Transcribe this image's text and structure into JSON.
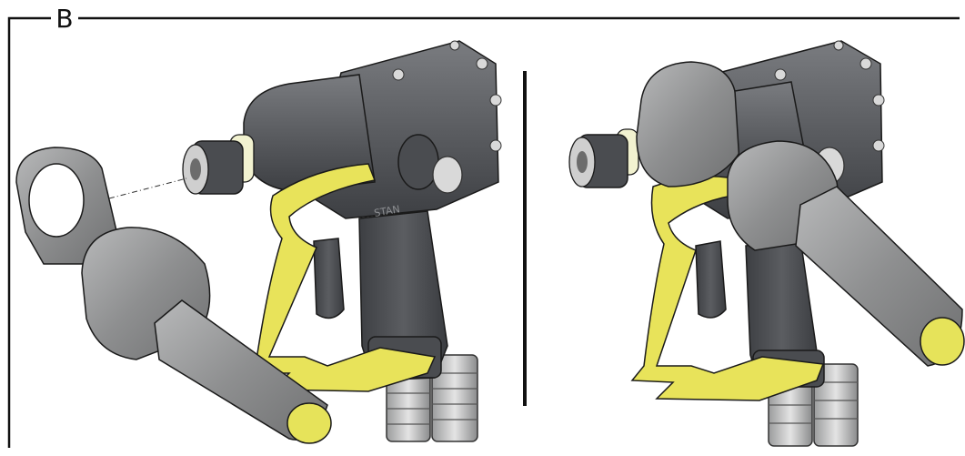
{
  "figure": {
    "panel_label": "B",
    "left_panel": {
      "description_icon": "impact-wrench-with-detached-handle",
      "tool_brand_mark": "STAN"
    },
    "right_panel": {
      "description_icon": "impact-wrench-with-attached-handle"
    },
    "colors": {
      "body": "#5b5d61",
      "body_dark": "#3d3f43",
      "handle": "#8e8f90",
      "handle_light": "#b0b1b2",
      "accent_yellow": "#e8e35a",
      "outline": "#1a1a1a"
    }
  }
}
